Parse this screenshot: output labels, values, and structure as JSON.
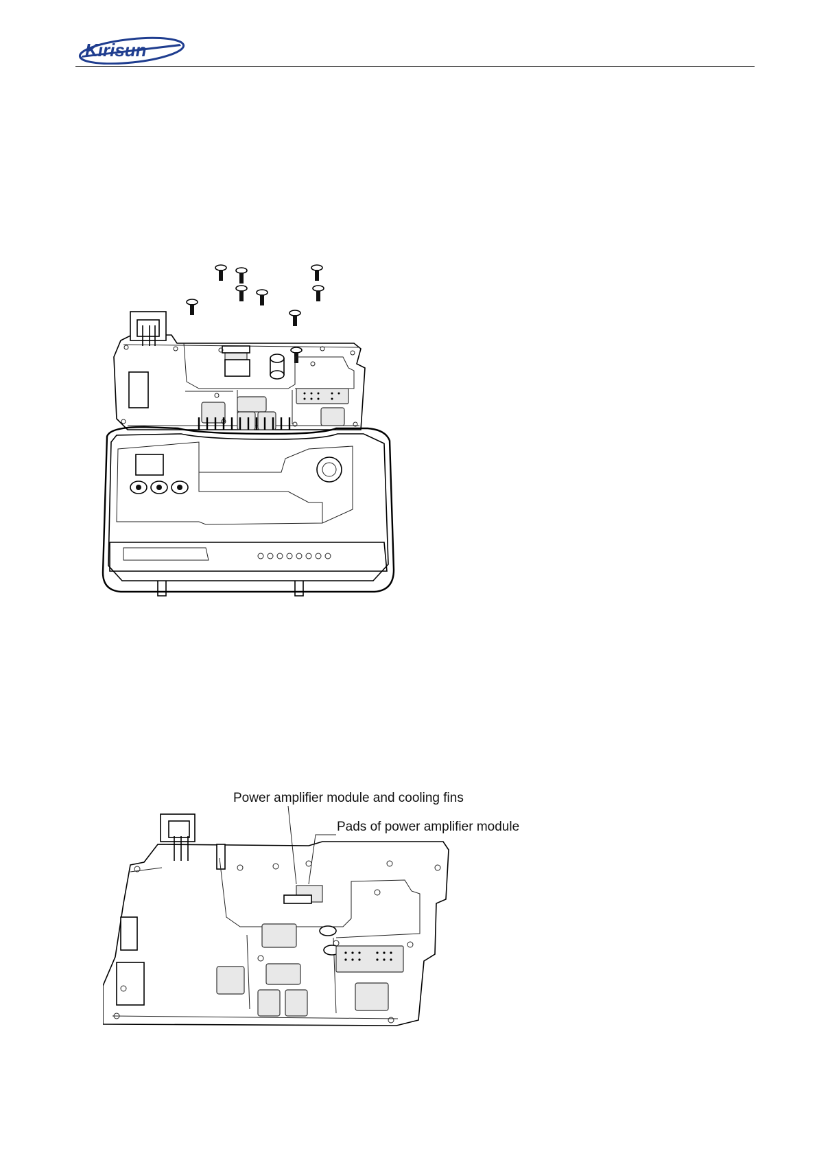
{
  "header": {
    "logo_text": "Kirisun",
    "brand_color": "#1f3d8f"
  },
  "figure_1": {
    "icon": "exploded-view-drawing"
  },
  "figure_2": {
    "icon": "pcb-drawing",
    "callouts": [
      "Power amplifier module and cooling fins",
      "Pads of power amplifier module"
    ]
  }
}
